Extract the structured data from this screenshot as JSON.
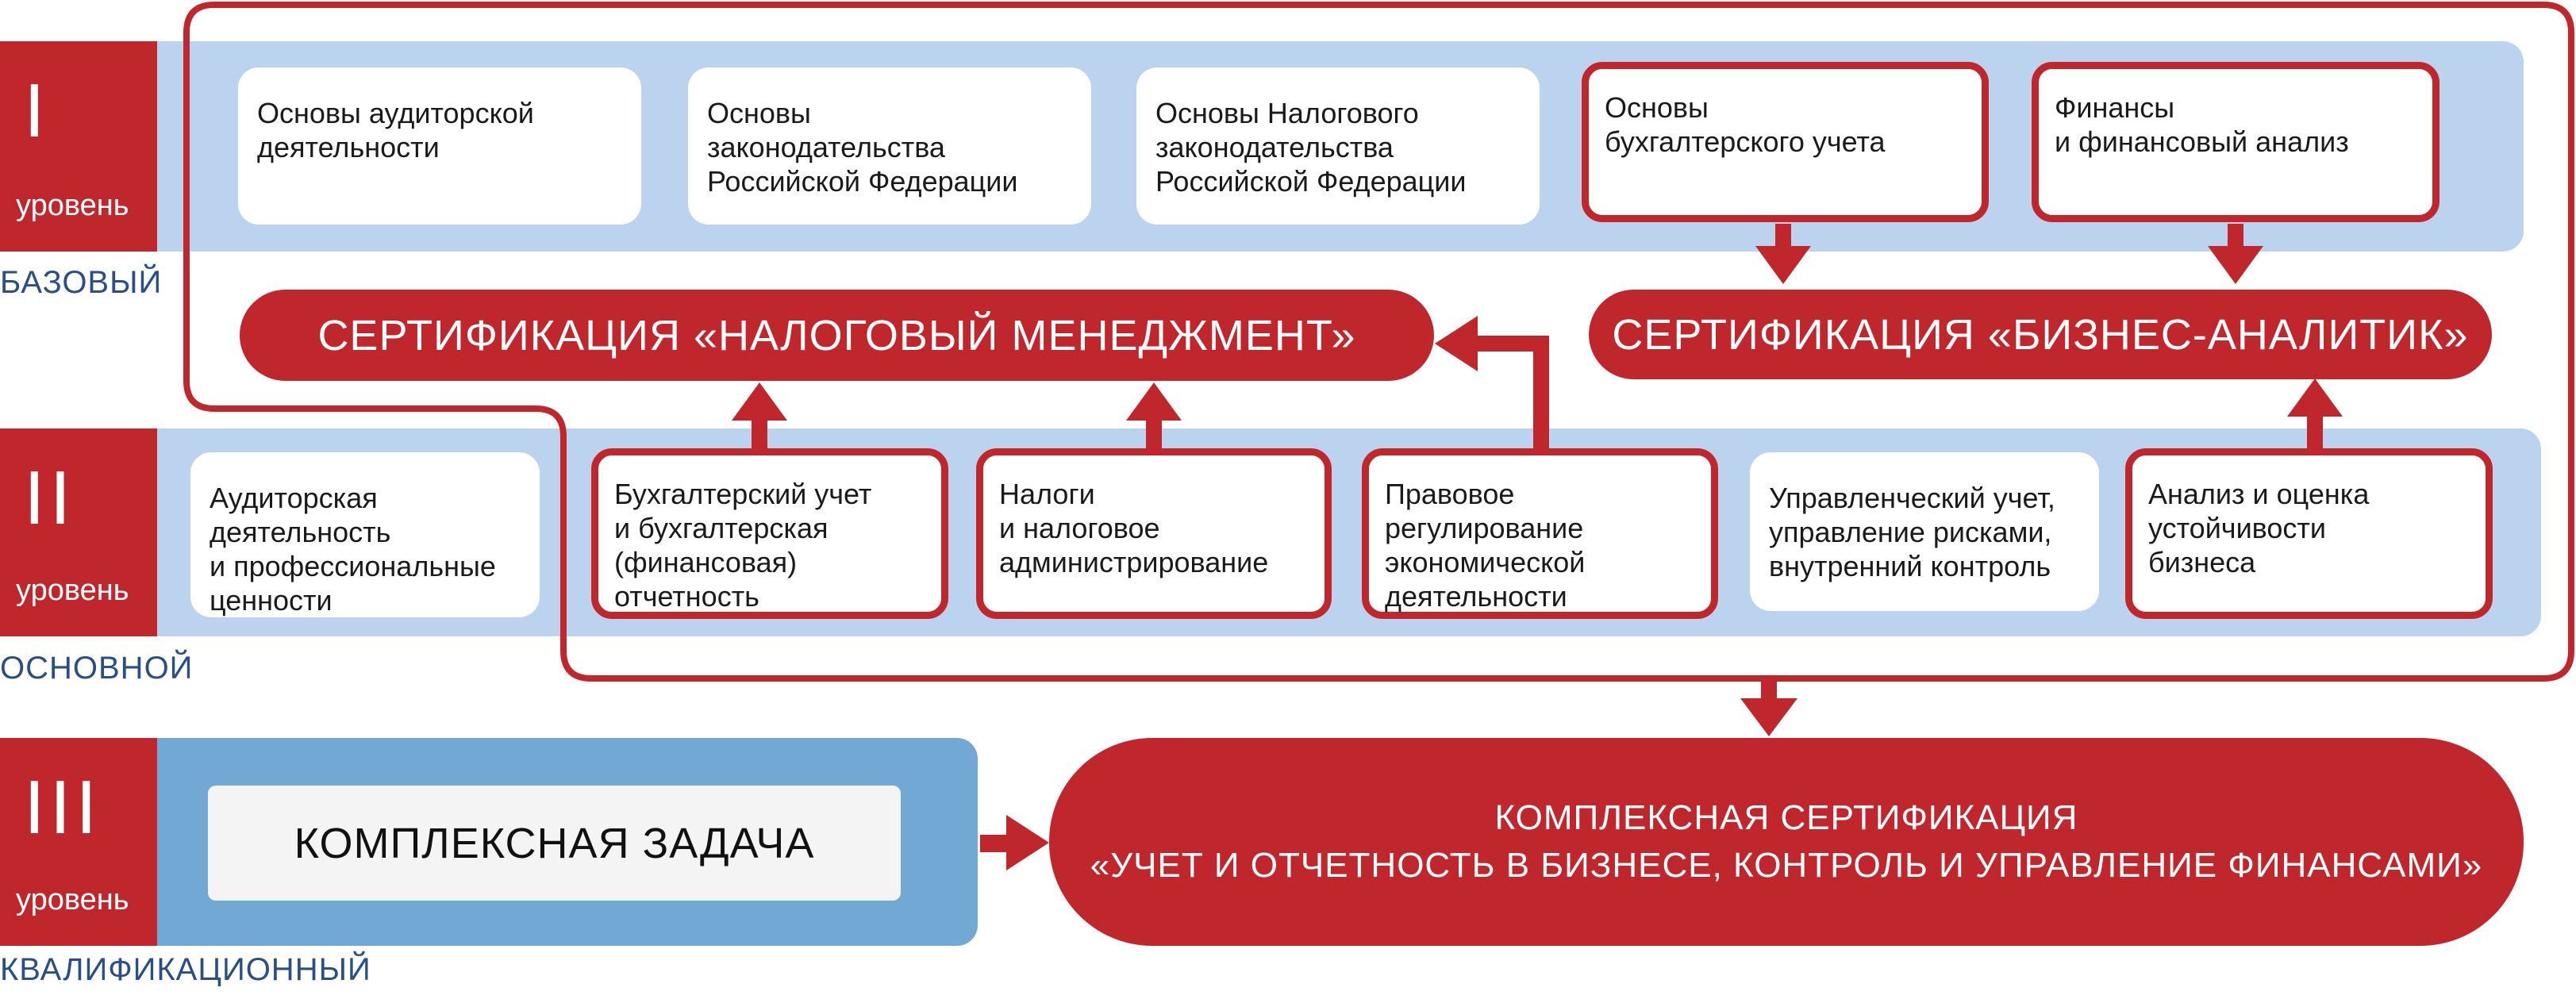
{
  "colors": {
    "accent": "#c0272d",
    "band": "#bcd3ef",
    "band_level3": "#72a9d4",
    "level_name": "#2a4f86"
  },
  "levels": [
    {
      "numeral": "I",
      "word": "уровень",
      "name": "БАЗОВЫЙ"
    },
    {
      "numeral": "II",
      "word": "уровень",
      "name": "ОСНОВНОЙ"
    },
    {
      "numeral": "III",
      "word": "уровень",
      "name": "КВАЛИФИКАЦИОННЫЙ"
    }
  ],
  "level1_courses": [
    {
      "text": "Основы аудиторской\nдеятельности",
      "highlighted": false
    },
    {
      "text": "Основы\nзаконодательства\nРоссийской Федерации",
      "highlighted": false
    },
    {
      "text": "Основы Налогового\nзаконодательства\nРоссийской Федерации",
      "highlighted": false
    },
    {
      "text": "Основы\nбухгалтерского учета",
      "highlighted": true
    },
    {
      "text": "Финансы\nи финансовый анализ",
      "highlighted": true
    }
  ],
  "certifications": {
    "tax": "СЕРТИФИКАЦИЯ «НАЛОГОВЫЙ МЕНЕДЖМЕНТ»",
    "business": "СЕРТИФИКАЦИЯ «БИЗНЕС-АНАЛИТИК»"
  },
  "level2_courses": [
    {
      "text": "Аудиторская\nдеятельность\nи профессиональные\nценности",
      "highlighted": false
    },
    {
      "text": "Бухгалтерский учет\nи бухгалтерская\n(финансовая)\nотчетность",
      "highlighted": true
    },
    {
      "text": "Налоги\nи налоговое\nадминистрирование",
      "highlighted": true
    },
    {
      "text": "Правовое\nрегулирование\nэкономической\nдеятельности",
      "highlighted": true
    },
    {
      "text": "Управленческий учет,\nуправление рисками,\nвнутренний контроль",
      "highlighted": false
    },
    {
      "text": "Анализ и оценка\nустойчивости\nбизнеса",
      "highlighted": true
    }
  ],
  "complex_task": "КОМПЛЕКСНАЯ ЗАДАЧА",
  "complex_cert": {
    "line1": "КОМПЛЕКСНАЯ СЕРТИФИКАЦИЯ",
    "line2": "«УЧЕТ И ОТЧЕТНОСТЬ В БИЗНЕСЕ, КОНТРОЛЬ И УПРАВЛЕНИЕ ФИНАНСАМИ»"
  }
}
